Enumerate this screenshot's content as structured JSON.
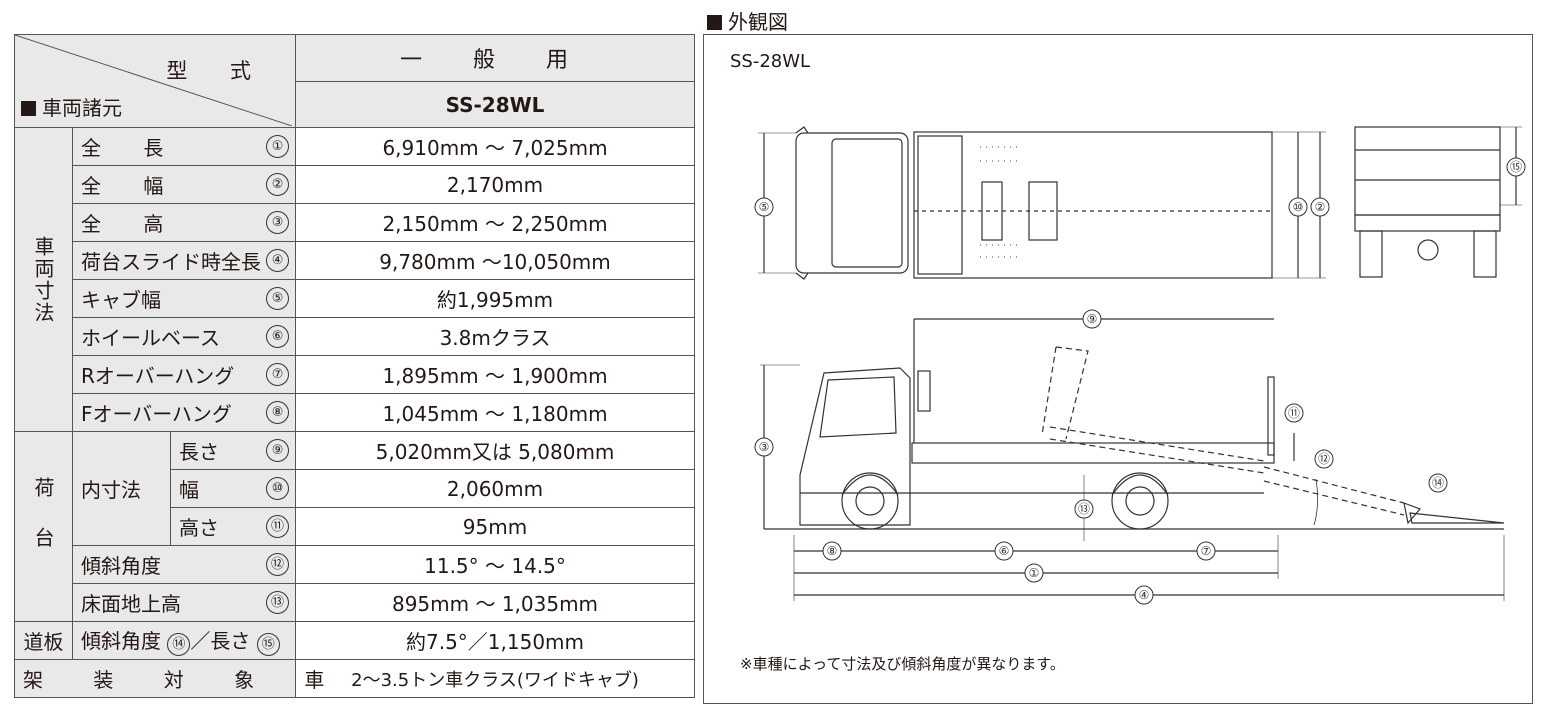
{
  "table": {
    "header_model_label": "型 式",
    "header_spec_label": "車両諸元",
    "usage": "一 般 用",
    "model": "SS-28WL",
    "group_vehicle": "車両寸法",
    "group_deck": "荷台",
    "inner_dims_label": "内寸法",
    "rows": [
      {
        "label": "全 長",
        "num": "①",
        "value": "6,910mm ～ 7,025mm"
      },
      {
        "label": "全 幅",
        "num": "②",
        "value": "2,170mm"
      },
      {
        "label": "全 高",
        "num": "③",
        "value": "2,150mm ～ 2,250mm"
      },
      {
        "label": "荷台スライド時全長",
        "num": "④",
        "value": "9,780mm ～10,050mm"
      },
      {
        "label": "キャブ幅",
        "num": "⑤",
        "value": "約1,995mm"
      },
      {
        "label": "ホイールベース",
        "num": "⑥",
        "value": "3.8mクラス"
      },
      {
        "label": "Rオーバーハング",
        "num": "⑦",
        "value": "1,895mm ～ 1,900mm"
      },
      {
        "label": "Fオーバーハング",
        "num": "⑧",
        "value": "1,045mm ～ 1,180mm"
      },
      {
        "label": "長さ",
        "num": "⑨",
        "value": "5,020mm又は 5,080mm"
      },
      {
        "label": "幅",
        "num": "⑩",
        "value": "2,060mm"
      },
      {
        "label": "高さ",
        "num": "⑪",
        "value": "95mm"
      },
      {
        "label": "傾斜角度",
        "num": "⑫",
        "value": "11.5° ～ 14.5°"
      },
      {
        "label": "床面地上高",
        "num": "⑬",
        "value": "895mm ～ 1,035mm"
      }
    ],
    "ramp_group": "道板",
    "ramp_label_a": "傾斜角度",
    "ramp_num_a": "⑭",
    "ramp_sep": "／長さ",
    "ramp_num_b": "⑮",
    "ramp_value": "約7.5°／1,150mm",
    "target_label": "架 装 対 象 車",
    "target_value": "2～3.5トン車クラス(ワイドキャブ)"
  },
  "drawing": {
    "title": "外観図",
    "model": "SS-28WL",
    "note": "※車種によって寸法及び傾斜角度が異なります。",
    "dim_labels": [
      "①",
      "②",
      "③",
      "④",
      "⑤",
      "⑥",
      "⑦",
      "⑧",
      "⑨",
      "⑩",
      "⑪",
      "⑫",
      "⑬",
      "⑭",
      "⑮"
    ]
  }
}
